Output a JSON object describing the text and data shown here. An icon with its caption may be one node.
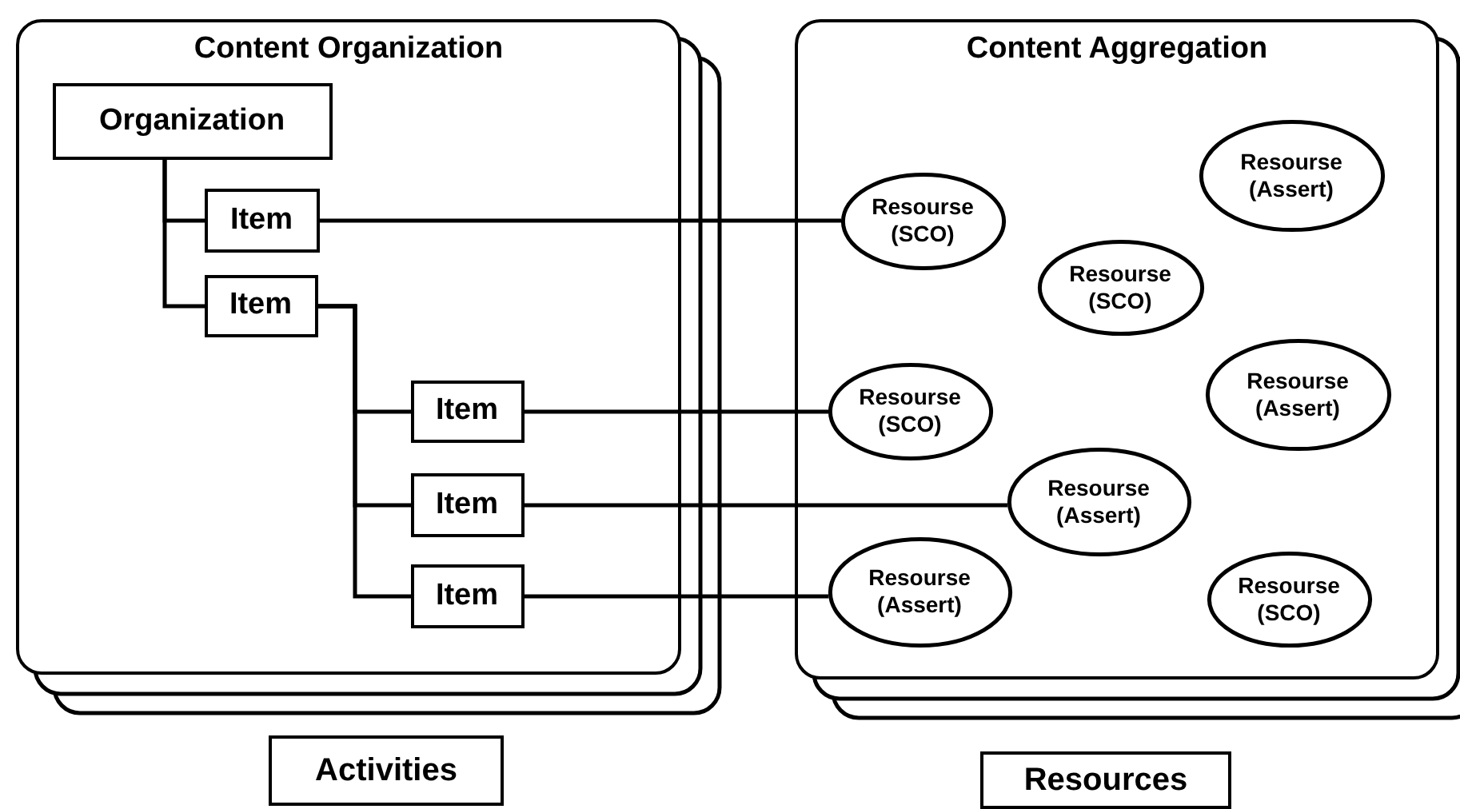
{
  "diagram": {
    "nodes": [
      {
        "text": [
          "Content Organization"
        ]
      },
      {
        "text": [
          "Organization"
        ],
        "in": 0
      },
      {
        "text": [
          "Item"
        ],
        "in": 0
      },
      {
        "text": [
          "Item"
        ],
        "in": 0
      },
      {
        "text": [
          "Item"
        ],
        "in": 0
      },
      {
        "text": [
          "Item"
        ],
        "in": 0
      },
      {
        "text": [
          "Item"
        ],
        "in": 0
      },
      {
        "text": [
          "Content Aggregation"
        ]
      },
      {
        "text": [
          "Resourse (SCO)"
        ],
        "in": 7
      },
      {
        "text": [
          "Resourse (Assert)"
        ],
        "in": 7
      },
      {
        "text": [
          "Resourse (SCO)"
        ],
        "in": 7
      },
      {
        "text": [
          "Resourse (SCO)"
        ],
        "in": 7
      },
      {
        "text": [
          "Resourse (Assert)"
        ],
        "in": 7
      },
      {
        "text": [
          "Resourse (Assert)"
        ],
        "in": 7
      },
      {
        "text": [
          "Resourse (Assert)"
        ],
        "in": 7
      },
      {
        "text": [
          "Resourse (SCO)"
        ],
        "in": 7
      },
      {
        "text": [
          "Activities"
        ]
      },
      {
        "text": [
          "Resources"
        ]
      }
    ],
    "edges": [
      {
        "from": 1,
        "to": 2,
        "arrow": "none"
      },
      {
        "from": 1,
        "to": 3,
        "arrow": "none"
      },
      {
        "from": 3,
        "to": 4,
        "arrow": "none"
      },
      {
        "from": 3,
        "to": 5,
        "arrow": "none"
      },
      {
        "from": 3,
        "to": 6,
        "arrow": "none"
      },
      {
        "from": 2,
        "to": 8,
        "arrow": "none"
      },
      {
        "from": 4,
        "to": 11,
        "arrow": "none"
      },
      {
        "from": 5,
        "to": 13,
        "arrow": "none"
      },
      {
        "from": 6,
        "to": 14,
        "arrow": "none"
      }
    ]
  }
}
